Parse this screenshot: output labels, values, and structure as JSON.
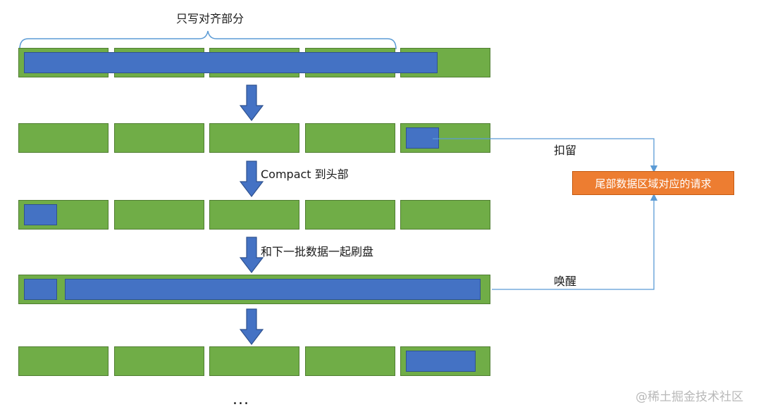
{
  "labels": {
    "aligned_write": "只写对齐部分",
    "compact": "Compact 到头部",
    "flush_with_next": "和下一批数据一起刷盘",
    "hold": "扣留",
    "wake": "唤醒",
    "tail_request": "尾部数据区域对应的请求",
    "ellipsis": "...",
    "watermark": "@稀土掘金技术社区"
  },
  "colors": {
    "block_green": "#70ad47",
    "data_blue": "#4472c4",
    "request_orange": "#ed7d31",
    "arrow_blue": "#4472c4",
    "line_blue": "#5b9bd5"
  },
  "icons": {
    "down_arrow": "down-arrow-icon",
    "brace": "brace-icon"
  },
  "rows": [
    {
      "name": "row-1",
      "blocks": 5,
      "data_spans": [
        [
          0,
          4.33
        ]
      ]
    },
    {
      "name": "row-2",
      "blocks": 5,
      "data_spans": [
        [
          4.0,
          0.35
        ]
      ]
    },
    {
      "name": "row-3",
      "blocks": 5,
      "data_spans": [
        [
          0.0,
          0.35
        ]
      ]
    },
    {
      "name": "row-4",
      "blocks": 5,
      "data_spans": [
        [
          0.0,
          0.35
        ],
        [
          0.43,
          4.35
        ]
      ]
    },
    {
      "name": "row-5",
      "blocks": 5,
      "data_spans": [
        [
          4.0,
          0.73
        ]
      ]
    }
  ]
}
